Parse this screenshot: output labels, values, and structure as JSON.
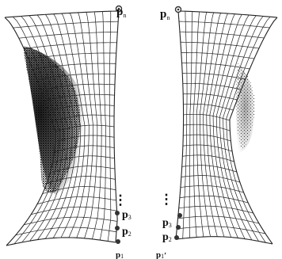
{
  "diagram": {
    "left_surface": {
      "labels": {
        "pn": {
          "base": "p",
          "sub": "n"
        },
        "p3": {
          "base": "p",
          "sub": "3"
        },
        "p2": {
          "base": "p",
          "sub": "2"
        },
        "p1": {
          "base": "p",
          "sub": "1"
        }
      },
      "ellipsis": "⋮"
    },
    "right_surface": {
      "labels": {
        "pn": {
          "base": "p",
          "sub": "n"
        },
        "p3": {
          "base": "p",
          "sub": "3"
        },
        "p2": {
          "base": "p",
          "sub": "2"
        },
        "p1": {
          "base": "p",
          "sub": "1",
          "prime": "′"
        }
      },
      "ellipsis": "⋮"
    },
    "colors": {
      "mesh": "#222222",
      "points": "#333333",
      "shading": "#000000"
    }
  }
}
